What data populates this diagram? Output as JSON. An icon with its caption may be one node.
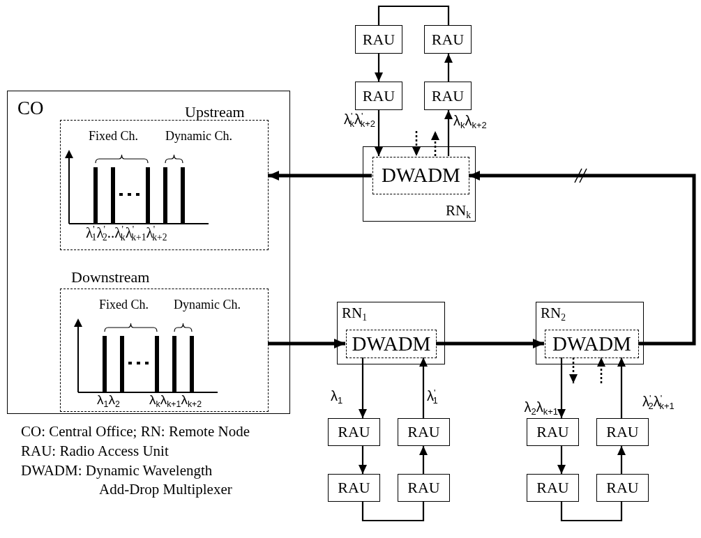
{
  "diagram": {
    "nodes": [
      {
        "text": [
          "CO"
        ]
      },
      {
        "text": [
          "Upstream",
          "Fixed Ch.",
          "Dynamic Ch.",
          "λ$^{'}$$_{1}$λ$^{'}$$_{2}$..λ$^{'}$$_{k}$λ$^{'}$$_{k+1}$λ$^{'}$$_{k+2}$"
        ],
        "in": 0
      },
      {
        "text": [
          "Downstream",
          "Fixed Ch.",
          "Dynamic Ch.",
          "λ$_{1}$λ$_{2}$",
          "λ$_{k}$λ$_{k+1}$λ$_{k+2}$"
        ],
        "in": 0
      },
      {
        "text": [
          "RAU"
        ]
      },
      {
        "text": [
          "RAU"
        ]
      },
      {
        "text": [
          "RAU"
        ]
      },
      {
        "text": [
          "RAU"
        ]
      },
      {
        "text": [
          "RN$_{k}$"
        ]
      },
      {
        "text": [
          "DWADM"
        ],
        "in": 7
      },
      {
        "text": [
          "RN$_{1}$"
        ]
      },
      {
        "text": [
          "DWADM"
        ],
        "in": 9
      },
      {
        "text": [
          "RN$_{2}$"
        ]
      },
      {
        "text": [
          "DWADM"
        ],
        "in": 11
      },
      {
        "text": [
          "RAU"
        ]
      },
      {
        "text": [
          "RAU"
        ]
      },
      {
        "text": [
          "RAU"
        ]
      },
      {
        "text": [
          "RAU"
        ]
      },
      {
        "text": [
          "RAU"
        ]
      },
      {
        "text": [
          "RAU"
        ]
      },
      {
        "text": [
          "RAU"
        ]
      },
      {
        "text": [
          "RAU"
        ]
      }
    ],
    "edges": [
      {
        "from": 8,
        "to": 1,
        "arrow": "to",
        "style": "thick"
      },
      {
        "from": 12,
        "to": 8,
        "arrow": "to",
        "style": "thick"
      },
      {
        "from": 2,
        "to": 10,
        "arrow": "to",
        "style": "thick"
      },
      {
        "from": 10,
        "to": 12,
        "arrow": "to",
        "style": "thick"
      },
      {
        "from": 3,
        "to": 5,
        "arrow": "to"
      },
      {
        "from": 5,
        "to": 8,
        "arrow": "to",
        "label": "λ$^{'}$$_{k}$λ$^{'}$$_{k+2}$"
      },
      {
        "from": 8,
        "to": 6,
        "arrow": "to",
        "label": "λ$_{k}$λ$_{k+2}$"
      },
      {
        "from": 6,
        "to": 4,
        "arrow": "to"
      },
      {
        "from": 3,
        "to": 4,
        "arrow": "none"
      },
      {
        "from": 10,
        "to": 13,
        "arrow": "to",
        "label": "λ$_{1}$"
      },
      {
        "from": 13,
        "to": 15,
        "arrow": "to"
      },
      {
        "from": 15,
        "to": 16,
        "arrow": "none"
      },
      {
        "from": 16,
        "to": 14,
        "arrow": "to"
      },
      {
        "from": 14,
        "to": 10,
        "arrow": "to",
        "label": "λ$^{'}$$_{1}$"
      },
      {
        "from": 12,
        "to": 17,
        "arrow": "to",
        "label": "λ$_{2}$λ$_{k+1}$"
      },
      {
        "from": 17,
        "to": 19,
        "arrow": "to"
      },
      {
        "from": 19,
        "to": 20,
        "arrow": "none"
      },
      {
        "from": 20,
        "to": 18,
        "arrow": "to"
      },
      {
        "from": 18,
        "to": 12,
        "arrow": "to",
        "label": "λ$^{'}$$_{2}$λ$^{'}$$_{k+1}$"
      },
      {
        "from": null,
        "to": 8,
        "arrow": "to",
        "style": "dashed"
      },
      {
        "from": 8,
        "to": null,
        "arrow": "to",
        "style": "dashed"
      },
      {
        "from": 12,
        "to": null,
        "arrow": "to",
        "style": "dashed"
      },
      {
        "from": null,
        "to": 12,
        "arrow": "to",
        "style": "dashed"
      }
    ],
    "labels": [
      "CO: Central Office; RN: Remote Node",
      "RAU: Radio Access Unit",
      "DWADM: Dynamic Wavelength Add-Drop Multiplexer"
    ]
  }
}
